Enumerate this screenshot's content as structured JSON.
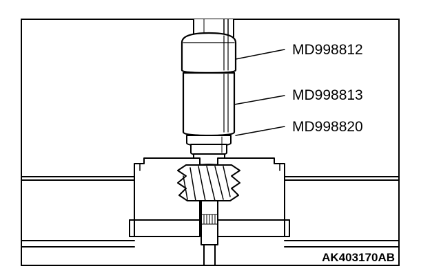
{
  "callouts": [
    {
      "label": "MD998812"
    },
    {
      "label": "MD998813"
    },
    {
      "label": "MD998820"
    }
  ],
  "figure_id": "AK403170AB",
  "colors": {
    "line": "#000000",
    "background": "#ffffff"
  }
}
